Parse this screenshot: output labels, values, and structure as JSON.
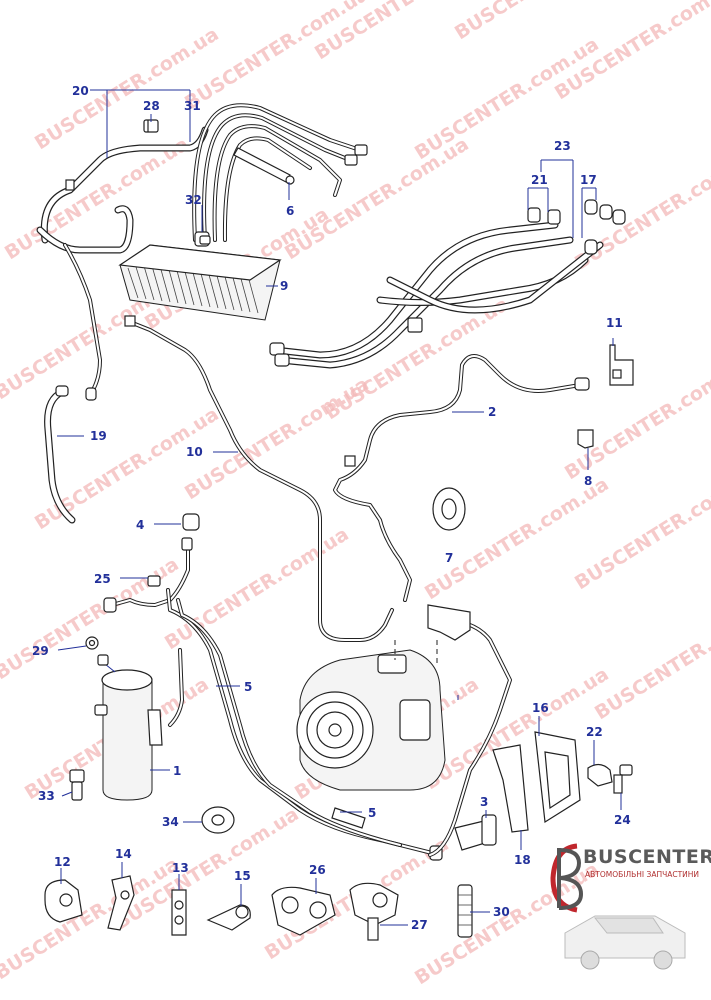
{
  "watermark": {
    "text": "BUSCENTER.com.ua",
    "color": "#f3b9b9"
  },
  "brand": {
    "name": "BUSCENTER",
    "tagline": "АВТОМОБІЛЬНІ ЗАПЧАСТИНИ",
    "accent": "#c0272d"
  },
  "callouts": {
    "n1": "1",
    "n2": "2",
    "n3": "3",
    "n4": "4",
    "n5a": "5",
    "n5b": "5",
    "n6": "6",
    "n7": "7",
    "n8": "8",
    "n9": "9",
    "n10": "10",
    "n11": "11",
    "n12": "12",
    "n13": "13",
    "n14": "14",
    "n15": "15",
    "n16": "16",
    "n17": "17",
    "n18": "18",
    "n19": "19",
    "n20": "20",
    "n21": "21",
    "n22": "22",
    "n23": "23",
    "n24": "24",
    "n25": "25",
    "n26": "26",
    "n27": "27",
    "n28": "28",
    "n29": "29",
    "n30": "30",
    "n31": "31",
    "n32": "32",
    "n33": "33",
    "n34": "34"
  },
  "colors": {
    "callout": "#22309a",
    "line": "#222222"
  }
}
